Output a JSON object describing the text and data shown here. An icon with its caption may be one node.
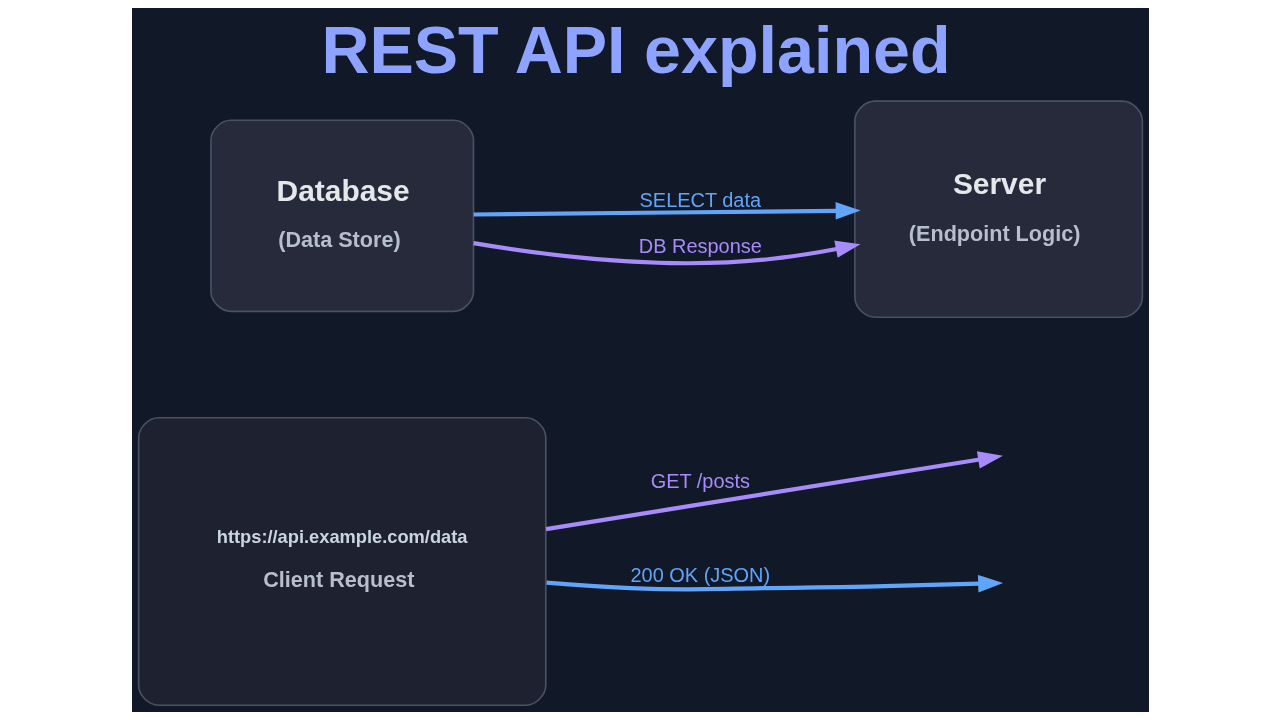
{
  "diagram": {
    "title": "REST API explained",
    "nodes": [
      {
        "text": [
          "https://api.example.com/data",
          "Client Request"
        ]
      },
      {
        "text": [
          "Server",
          "(Endpoint Logic)"
        ]
      },
      {
        "text": [
          "Database",
          "(Data Store)"
        ]
      }
    ],
    "edges": [
      {
        "from": 0,
        "to": null,
        "arrow": "to",
        "label": "GET /posts",
        "color": "#a78bfa"
      },
      {
        "from": 0,
        "to": null,
        "arrow": "to",
        "label": "200 OK (JSON)",
        "color": "#60a5fa"
      },
      {
        "from": 2,
        "to": 1,
        "arrow": "to",
        "label": "SELECT data",
        "color": "#60a5fa"
      },
      {
        "from": 2,
        "to": 1,
        "arrow": "to",
        "label": "DB Response",
        "color": "#a78bfa"
      }
    ]
  }
}
